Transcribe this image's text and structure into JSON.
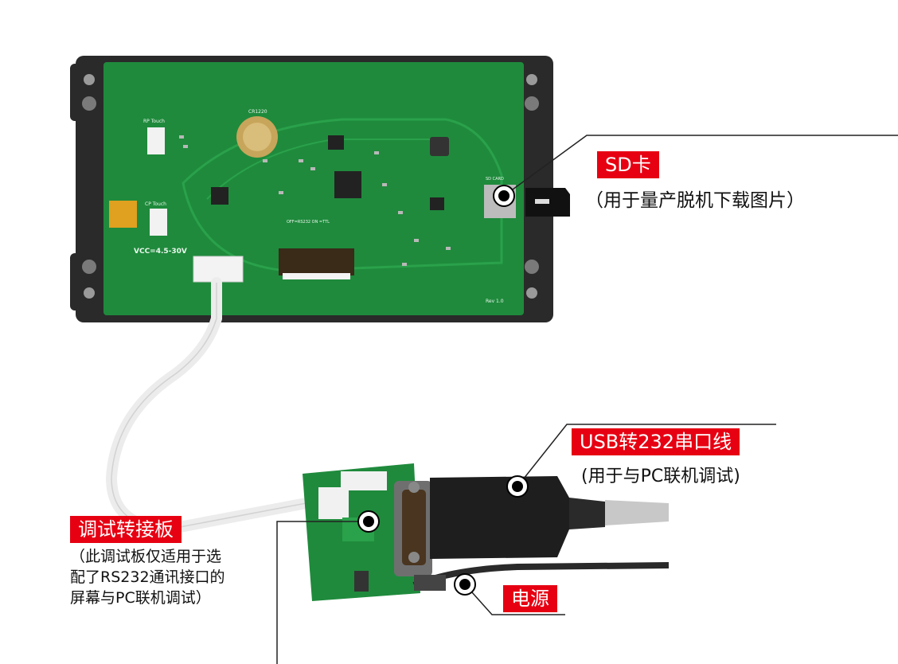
{
  "callouts": {
    "sd_card": {
      "title": "SD卡",
      "desc": "（用于量产脱机下载图片）"
    },
    "usb_cable": {
      "title": "USB转232串口线",
      "desc": "(用于与PC联机调试)"
    },
    "adapter_board": {
      "title": "调试转接板",
      "desc_lines": [
        "（此调试板仅适用于选",
        "配了RS232通讯接口的",
        "屏幕与PC联机调试）"
      ]
    },
    "power": {
      "title": "电源"
    }
  },
  "board_silkscreen": {
    "vcc": "VCC=4.5-30V",
    "rp_touch": "RP Touch",
    "cp_touch": "CP Touch",
    "battery": "CR1220",
    "sd_card": "SD CARD",
    "rs232_switch": "OFF=RS232 ON =TTL",
    "rev": "Rev 1.0"
  },
  "colors": {
    "label_bg": "#e60012",
    "pcb": "#1f8a3c",
    "leader": "#222222"
  }
}
